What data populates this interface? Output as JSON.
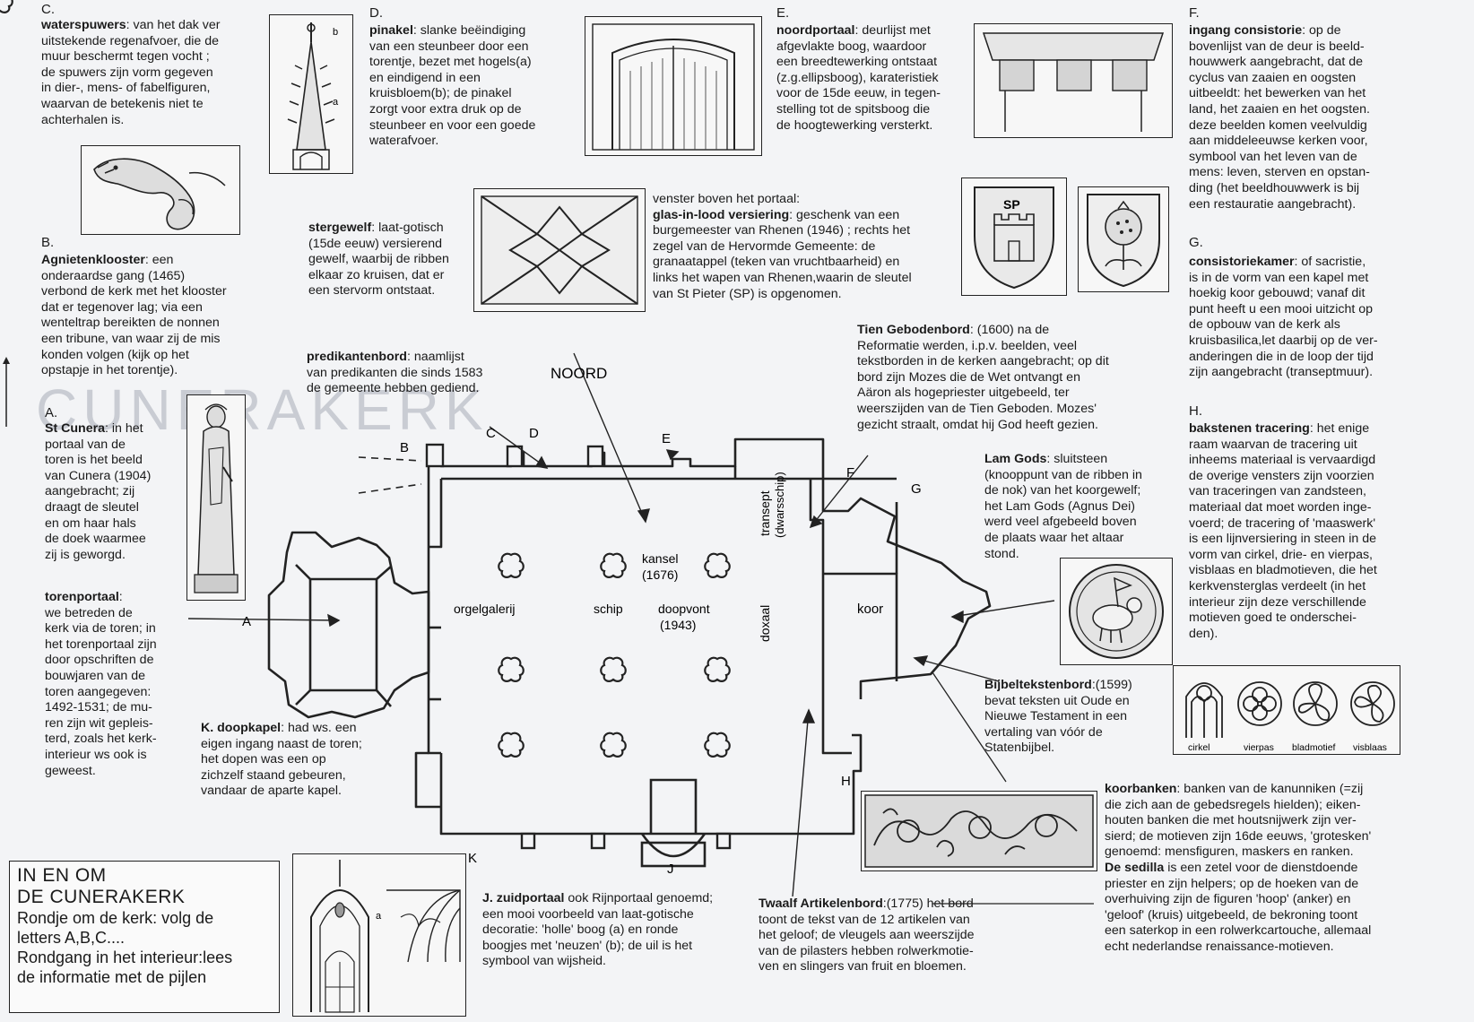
{
  "sections": {
    "C": {
      "letter": "C.",
      "term": "waterspuwers",
      "text": ": van het dak ver\nuitstekende regenafvoer, die de\nmuur beschermt tegen vocht ;\nde spuwers zijn vorm gegeven\nin dier-, mens- of fabelfiguren,\nwaarvan de betekenis niet te\nachterhalen is."
    },
    "D": {
      "letter": "D.",
      "term": "pinakel",
      "text": ": slanke beëindiging\nvan een steunbeer door een\ntorentje, bezet met hogels(a)\nen eindigend in een\nkruisbloem(b); de pinakel\nzorgt voor extra druk op de\nsteunbeer en voor een goede\nwaterafvoer."
    },
    "E": {
      "letter": "E.",
      "term": "noordportaal",
      "text": ": deurlijst met\nafgevlakte boog, waardoor\neen breedtewerking ontstaat\n(z.g.ellipsboog), karateristiek\nvoor de 15de eeuw, in tegen-\nstelling tot de spitsboog die\nde hoogtewerking versterkt."
    },
    "F": {
      "letter": "F.",
      "term": "ingang consistorie",
      "text": ": op de\nbovenlijst van de deur is beeld-\nhouwwerk aangebracht, dat de\ncyclus van zaaien en oogsten\nuitbeeldt: het bewerken van het\nland, het zaaien en het oogsten.\ndeze beelden komen veelvuldig\naan middeleeuwse kerken voor,\nsymbool van het leven van de\nmens: leven, sterven en opstan-\nding (het beeldhouwwerk is bij\neen restauratie aangebracht)."
    },
    "G": {
      "letter": "G.",
      "term": "consistoriekamer",
      "text": ": of sacristie,\n is in de vorm van een kapel met\nhoekig koor gebouwd; vanaf dit\npunt heeft u een mooi uitzicht op\nde opbouw van de kerk als\nkruisbasilica,let daarbij op de ver-\nanderingen die in de loop der tijd\nzijn aangebracht (transeptmuur)."
    },
    "H": {
      "letter": "H.",
      "term": "bakstenen tracering",
      "text": ": het enige\nraam waarvan de tracering uit\ninheems materiaal is vervaardigd\nde overige vensters zijn voorzien\n van traceringen van zandsteen,\nmateriaal dat moet worden inge-\nvoerd; de tracering of 'maaswerk'\nis een lijnversiering in steen in de\nvorm van cirkel, drie- en vierpas,\nvisblaas en bladmotieven, die het\nkerkvensterglas verdeelt (in het\ninterieur zijn deze verschillende\nmotieven goed te onderschei-\nden)."
    },
    "B": {
      "letter": "B.",
      "term": "Agnietenklooster",
      "text": ": een\nonderaardse gang (1465)\nverbond de kerk met het klooster\ndat er tegenover lag; via een\nwenteltrap bereikten de nonnen\neen tribune, van waar zij de mis\nkonden volgen (kijk op het\nopstapje in het torentje)."
    },
    "A": {
      "letter": "A.",
      "term": "St Cunera",
      "text": ": in het\nportaal van de\ntoren is het beeld\nvan Cunera (1904)\naangebracht; zij\ndraagt de sleutel\nen om haar hals\nde doek waarmee\nzij is geworgd."
    },
    "torenportaal": {
      "term": "torenportaal",
      "text": ":\nwe betreden de\nkerk via de toren; in\nhet torenportaal zijn\ndoor opschriften de\nbouwjaren van de\ntoren aangegeven:\n1492-1531; de mu-\nren zijn wit gepleis-\nterd, zoals het kerk-\ninterieur ws ook is\ngeweest."
    },
    "stergewelf": {
      "term": "stergewelf",
      "text": ": laat-gotisch\n(15de eeuw) versierend\ngewelf, waarbij de ribben\nelkaar zo kruisen, dat er\neen stervorm ontstaat."
    },
    "venster": {
      "pre": "venster boven het portaal:",
      "term": "glas-in-lood versiering",
      "text": ": geschenk van een\nburgemeester van Rhenen (1946) ; rechts het\nzegel van de Hervormde Gemeente: de\ngranaatappel (teken van vruchtbaarheid) en\nlinks het wapen van Rhenen,waarin de sleutel\nvan St Pieter (SP) is opgenomen."
    },
    "predikantenbord": {
      "term": "predikantenbord",
      "text": ": naamlijst\nvan predikanten die sinds 1583\nde gemeente hebben gediend."
    },
    "tiengebodenbord": {
      "term": "Tien Gebodenbord",
      "text": ": (1600) na de\nReformatie werden, i.p.v. beelden, veel\ntekstborden in de kerken aangebracht; op dit\nbord zijn Mozes die de Wet ontvangt en\nAäron als hogepriester uitgebeeld, ter\nweerszijden van de Tien Geboden. Mozes'\ngezicht straalt, omdat hij God heeft gezien."
    },
    "lamgods": {
      "term": "Lam Gods",
      "text": ": sluitsteen\n(knooppunt van de ribben in\nde nok) van het koorgewelf;\nhet Lam Gods (Agnus Dei)\nwerd veel afgebeeld boven\nde plaats waar het altaar\nstond."
    },
    "bijbeltekstenbord": {
      "term": "Bijbeltekstenbord",
      "text": ":(1599)\nbevat teksten uit Oude en\nNieuwe Testament in een\nvertaling van vóór de\nStatenbijbel."
    },
    "K": {
      "letter": "K.",
      "term": "doopkapel",
      "text": ": had ws. een\neigen ingang naast de toren;\nhet dopen was een op\nzichzelf staand gebeuren,\nvandaar de aparte kapel."
    },
    "J": {
      "letter": "J.",
      "term": "zuidportaal",
      "text": " ook Rijnportaal genoemd;\neen mooi voorbeeld van laat-gotische\ndecoratie: 'holle' boog (a) en ronde\nboogjes met 'neuzen' (b); de uil is het\nsymbool van wijsheid."
    },
    "twaalfartikelen": {
      "term": "Twaalf Artikelenbord",
      "text": ":(1775) het bord\ntoont de tekst van de 12 artikelen van\nhet geloof; de vleugels aan weerszijde\nvan de pilasters hebben rolwerkmotie-\nven en slingers van fruit en bloemen."
    },
    "koorbanken": {
      "term": "koorbanken",
      "text": ": banken van de kanunniken (=zij\ndie zich aan de gebedsregels hielden); eiken-\nhouten banken die met houtsnijwerk zijn ver-\nsierd; de motieven zijn 16de eeuws, 'grotesken'\ngenoemd: mensfiguren, maskers en ranken.",
      "term2": "De sedilla",
      "text2": " is een zetel voor de dienstdoende\npriester en zijn helpers; op de hoeken van de\noverhuiving zijn de figuren 'hoop' (anker) en\n'geloof' (kruis) uitgebeeld, de bekroning toont\neen saterkop in een rolwerkcartouche, allemaal\necht nederlandse renaissance-motieven."
    }
  },
  "plan": {
    "noord": "NOORD",
    "letters": {
      "A": "A",
      "B": "B",
      "C": "C",
      "D": "D",
      "E": "E",
      "F": "F",
      "G": "G",
      "H": "H",
      "J": "J",
      "K": "K"
    },
    "kansel": "kansel",
    "kansel_year": "(1676)",
    "orgelgalerij": "orgelgalerij",
    "schip": "schip",
    "doopvont": "doopvont",
    "doopvont_year": "(1943)",
    "transept": "transept",
    "dwarsschip": "(dwarsschip)",
    "doxaal": "doxaal",
    "koor": "koor"
  },
  "tracery": {
    "labels": [
      "cirkel",
      "vierpas",
      "bladmotief",
      "visblaas"
    ]
  },
  "pinakel_labels": {
    "a": "a",
    "b": "b"
  },
  "zuidportaal_label": {
    "a": "a"
  },
  "intro": {
    "title1": "IN EN OM",
    "title2": "DE CUNERAKERK",
    "line1": "Rondje om de kerk: volg de",
    "line2": "letters A,B,C....",
    "line3": "Rondgang in het interieur:lees",
    "line4": "de informatie met de pijlen"
  }
}
